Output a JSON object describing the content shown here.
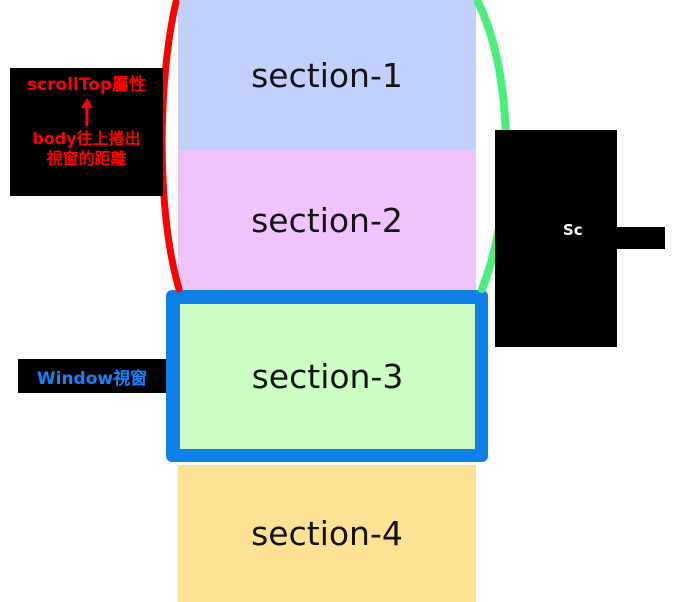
{
  "diagram": {
    "title": "scrollTop / window viewport scroll diagram",
    "colors": {
      "section1_bg": "#c2d0fd",
      "section2_bg": "#efc3fd",
      "section3_bg": "#ccfdc3",
      "section4_bg": "#fde294",
      "viewport_border": "#0e80e8",
      "left_arc": "#fe0000",
      "right_arc": "#4bee7e",
      "note_bg": "#000000",
      "note_text_red": "#fe0000",
      "note_text_blue": "#1383fb",
      "note_text_white": "#ffffff"
    },
    "sections": [
      {
        "id": "section-1",
        "label": "section-1"
      },
      {
        "id": "section-2",
        "label": "section-2"
      },
      {
        "id": "section-3",
        "label": "section-3"
      },
      {
        "id": "section-4",
        "label": "section-4"
      }
    ],
    "scrolltop_note": {
      "heading": "scrollTop屬性",
      "description_line1": "body往上捲出",
      "description_line2": "視窗的距離"
    },
    "window_note": {
      "label": "Window視窗"
    },
    "right_note": {
      "text": "Sc"
    }
  }
}
